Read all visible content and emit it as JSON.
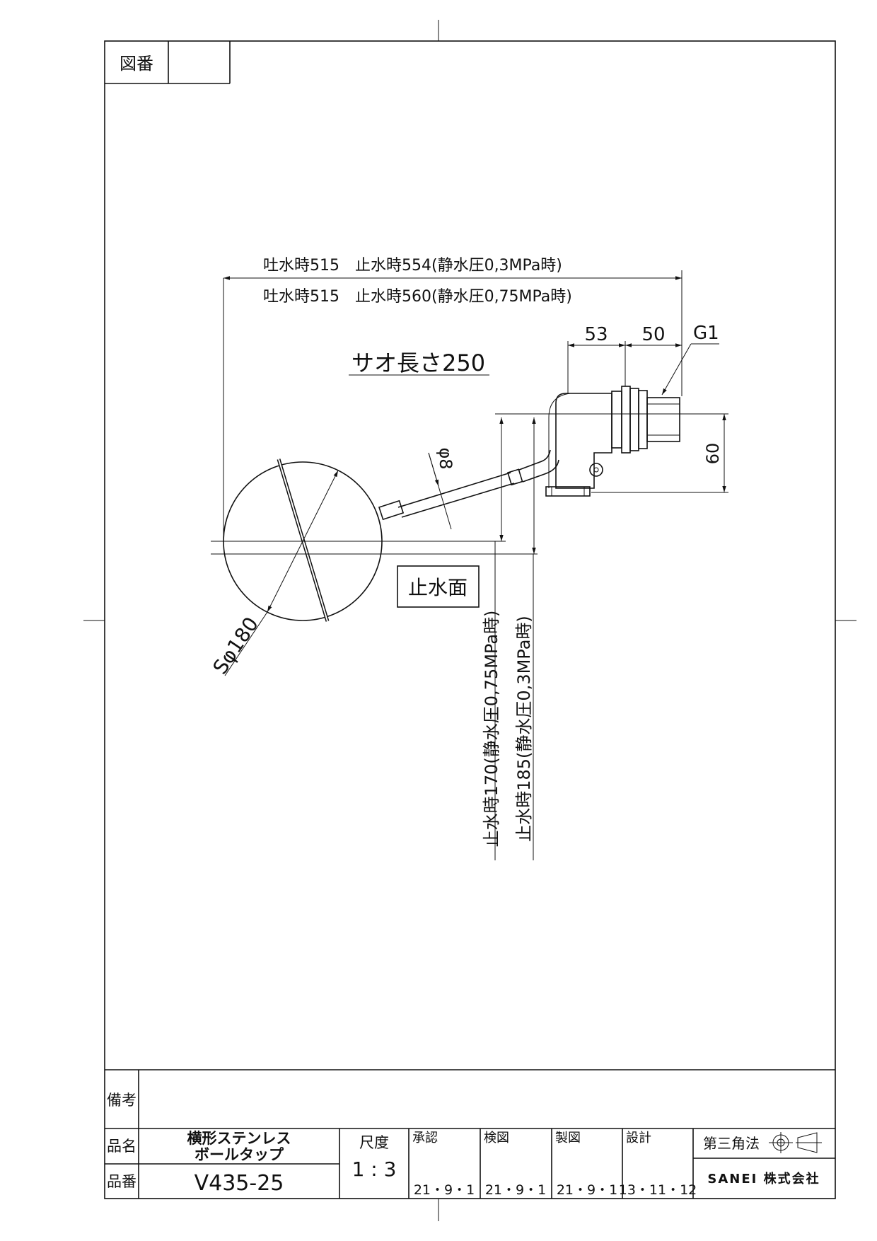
{
  "drawing_no_label": "図番",
  "dimensions": {
    "overall_1": "吐水時515　止水時554(静水圧0,3MPa時)",
    "overall_2": "吐水時515　止水時560(静水圧0,75MPa時)",
    "rod_length": "サオ長さ250",
    "d53": "53",
    "d50": "50",
    "thread": "G1",
    "height60": "60",
    "rod_dia": "φ8",
    "ball_dia": "Sφ180",
    "water_level_label": "止水面",
    "v170": "止水時170(静水圧0,75MPa時)",
    "v185": "止水時185(静水圧0,3MPa時)"
  },
  "title_block": {
    "remarks_label": "備考",
    "name_label": "品名",
    "name_line1": "横形ステンレス",
    "name_line2": "ボールタップ",
    "number_label": "品番",
    "number_value": "V435-25",
    "scale_label": "尺度",
    "scale_value": "1 : 3",
    "approved_label": "承認",
    "approved_date": "21・9・1",
    "checked_label": "検図",
    "checked_date": "21・9・1",
    "drawn_label": "製図",
    "drawn_date": "21・9・1",
    "design_label": "設計",
    "design_date": "13・11・12",
    "projection_label": "第三角法",
    "company": "SANEI 株式会社"
  }
}
